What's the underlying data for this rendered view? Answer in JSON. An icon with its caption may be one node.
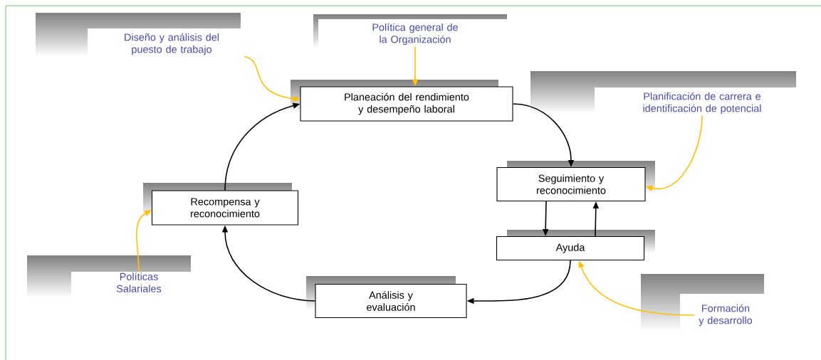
{
  "diagram": {
    "nodes": [
      {
        "text": [
          "Planeación del rendimiento y desempeño laboral"
        ]
      },
      {
        "text": [
          "Seguimiento y reconocimiento"
        ]
      },
      {
        "text": [
          "Ayuda"
        ]
      },
      {
        "text": [
          "Análisis y evaluación"
        ]
      },
      {
        "text": [
          "Recompensa y reconocimiento"
        ]
      },
      {
        "text": [
          "Diseño y análisis del puesto de trabajo"
        ]
      },
      {
        "text": [
          "Política general de la Organización"
        ]
      },
      {
        "text": [
          "Planificación de carrera e identificación de potencial"
        ]
      },
      {
        "text": [
          "Formación y desarrollo"
        ]
      },
      {
        "text": [
          "Políticas Salariales"
        ]
      }
    ],
    "edges": [
      {
        "from": 0,
        "to": 1,
        "arrow": "to"
      },
      {
        "from": 1,
        "to": 2,
        "arrow": "to"
      },
      {
        "from": 2,
        "to": 1,
        "arrow": "to"
      },
      {
        "from": 2,
        "to": 3,
        "arrow": "to"
      },
      {
        "from": 3,
        "to": 4,
        "arrow": "to"
      },
      {
        "from": 4,
        "to": 0,
        "arrow": "to"
      },
      {
        "from": 5,
        "to": 0,
        "arrow": "to",
        "color": "#ffc000"
      },
      {
        "from": 6,
        "to": 0,
        "arrow": "to",
        "color": "#ffc000"
      },
      {
        "from": 7,
        "to": 1,
        "arrow": "to",
        "color": "#ffc000"
      },
      {
        "from": 8,
        "to": 2,
        "arrow": "to",
        "color": "#ffc000"
      },
      {
        "from": 9,
        "to": 4,
        "arrow": "to",
        "color": "#ffc000"
      }
    ]
  }
}
